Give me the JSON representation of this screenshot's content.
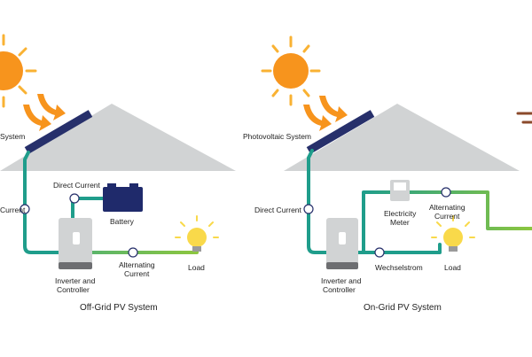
{
  "off_grid": {
    "partial_label": "System",
    "direct_current_label": "Direct Current",
    "direct_current_left_label": "Current",
    "battery_label": "Battery",
    "inverter_label_line1": "Inverter and",
    "inverter_label_line2": "Controller",
    "alternating_label_line1": "Alternating",
    "alternating_label_line2": "Current",
    "load_label": "Load",
    "caption": "Off-Grid PV System"
  },
  "on_grid": {
    "pv_label": "Photovoltaic System",
    "direct_current_label": "Direct Current",
    "meter_label_line1": "Electricity",
    "meter_label_line2": "Meter",
    "alternating_label_line1": "Alternating",
    "alternating_label_line2": "Current",
    "inverter_label_line1": "Inverter and",
    "inverter_label_line2": "Controller",
    "wechselstrom_label": "Wechselstrom",
    "load_label": "Load",
    "caption": "On-Grid PV System"
  },
  "colors": {
    "sun": "#f7941d",
    "sun_rays": "#f9b233",
    "roof": "#d1d3d4",
    "panel": "#27306b",
    "wire_teal": "#1f9d8b",
    "wire_green": "#8cc63f",
    "battery": "#1f2a6b",
    "bulb": "#f9d94a",
    "grid_brown": "#8b4a2b"
  }
}
